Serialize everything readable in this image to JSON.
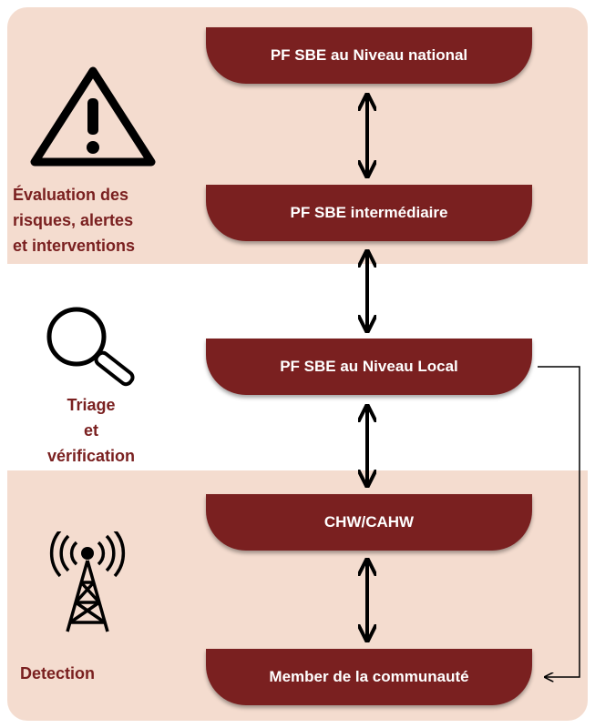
{
  "boxes": {
    "national": "PF SBE au Niveau national",
    "intermediate": "PF SBE  intermédiaire",
    "local": "PF SBE au Niveau Local",
    "chw": "CHW/CAHW",
    "member": "Member de la communauté"
  },
  "labels": {
    "evaluation": [
      "Évaluation des",
      "risques, alertes",
      "et interventions"
    ],
    "triage": [
      "Triage",
      "et",
      "vérification"
    ],
    "detection": "Detection"
  },
  "icons": {
    "evaluation": "warning-triangle-icon",
    "triage": "magnifier-icon",
    "detection": "radio-tower-icon"
  },
  "colors": {
    "box": "#7a2020",
    "band": "#f4dccf",
    "label": "#7a2020"
  }
}
